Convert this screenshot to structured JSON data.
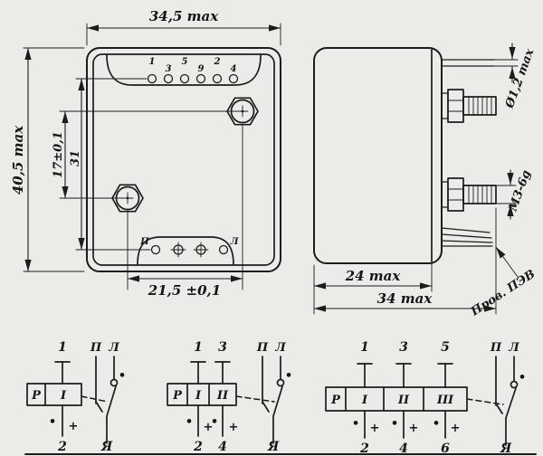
{
  "drawing": {
    "front_view": {
      "dim_width": "34,5 max",
      "dim_height": "40,5 max",
      "dim_bolt_spacing": "17±0,1",
      "dim_pin_rows": "31",
      "dim_bolt_span": "21,5 ±0,1",
      "top_pins": [
        "1",
        "3",
        "5",
        "9",
        "2",
        "4"
      ],
      "bottom_left_pin": "П",
      "bottom_right_pin": "Л"
    },
    "side_view": {
      "dim_pin_diameter": "Ø1,2 max",
      "dim_thread": "М3-6g",
      "wire_label": "Пров. ПЭВ",
      "dim_body_depth": "24 max",
      "dim_overall_depth": "34 max"
    },
    "symbols": {
      "plus": "+",
      "dot": "•"
    },
    "schematics": [
      {
        "top_pins": [
          "1"
        ],
        "bottom_pins": [
          "2"
        ],
        "cells": [
          "Р",
          "I"
        ],
        "contact_left": "П",
        "contact_right": "Л",
        "armature": "Я"
      },
      {
        "top_pins": [
          "1",
          "3"
        ],
        "bottom_pins": [
          "2",
          "4"
        ],
        "cells": [
          "Р",
          "I",
          "II"
        ],
        "contact_left": "П",
        "contact_right": "Л",
        "armature": "Я"
      },
      {
        "top_pins": [
          "1",
          "3",
          "5"
        ],
        "bottom_pins": [
          "2",
          "4",
          "6"
        ],
        "cells": [
          "Р",
          "I",
          "II",
          "III"
        ],
        "contact_left": "П",
        "contact_right": "Л",
        "armature": "Я"
      }
    ]
  }
}
